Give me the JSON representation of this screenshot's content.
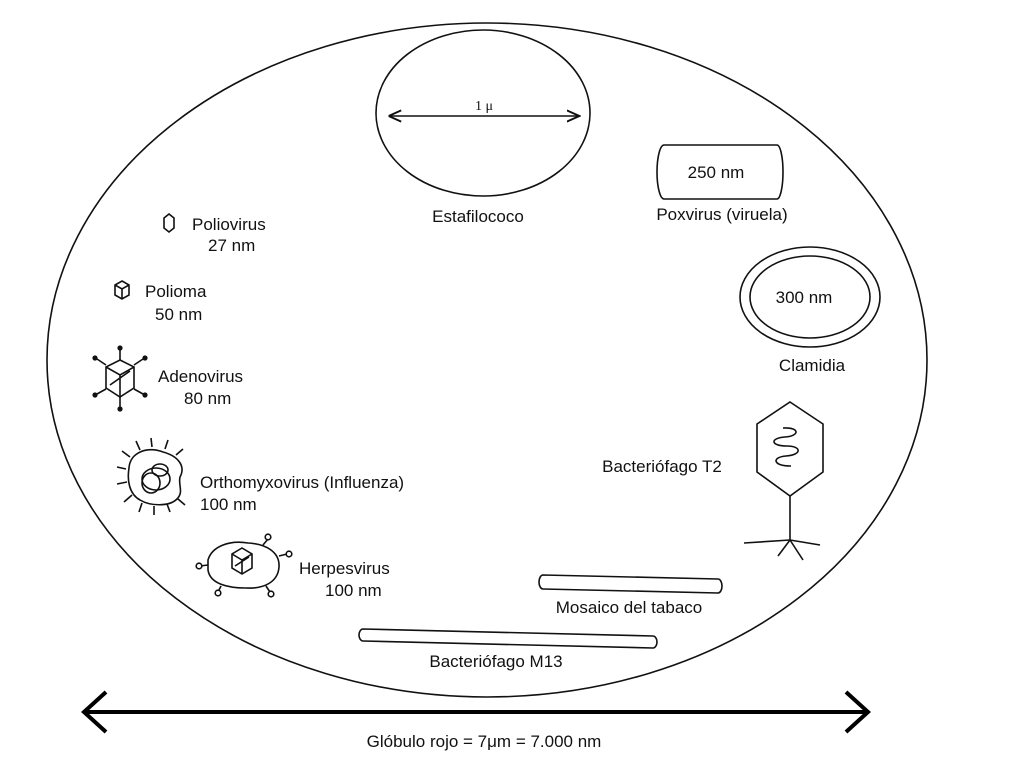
{
  "diagram": {
    "scale_bar_label": "1 μ",
    "staph": {
      "name": "Estafilococo"
    },
    "poxvirus": {
      "size": "250 nm",
      "name": "Poxvirus (viruela)"
    },
    "clamidia": {
      "size": "300 nm",
      "name": "Clamidia"
    },
    "poliovirus": {
      "name": "Poliovirus",
      "size": "27 nm"
    },
    "polioma": {
      "name": "Polioma",
      "size": "50 nm"
    },
    "adenovirus": {
      "name": "Adenovirus",
      "size": "80 nm"
    },
    "orthomyxovirus": {
      "name": "Orthomyxovirus (Influenza)",
      "size": "100 nm"
    },
    "herpesvirus": {
      "name": "Herpesvirus",
      "size": "100 nm"
    },
    "t2": {
      "name": "Bacteriófago T2"
    },
    "tobacco": {
      "name": "Mosaico del tabaco"
    },
    "m13": {
      "name": "Bacteriófago M13"
    },
    "caption": "Glóbulo rojo = 7μm = 7.000 nm"
  }
}
